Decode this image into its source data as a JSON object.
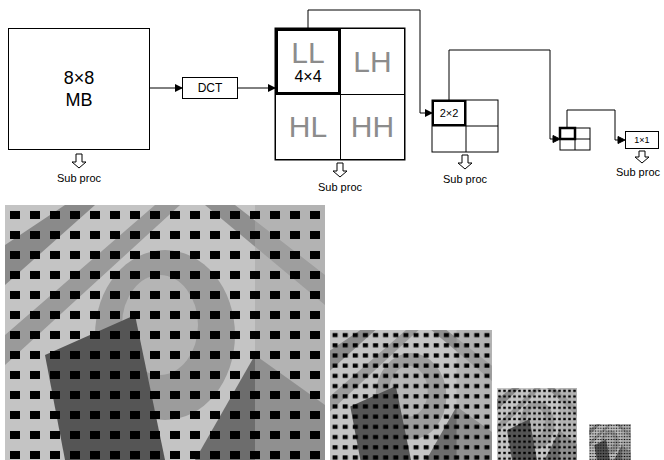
{
  "diagram": {
    "nodes": [
      {
        "text": [
          "8×8 MB"
        ]
      },
      {
        "text": [
          "DCT"
        ]
      },
      {
        "text": [
          "LL",
          "4×4"
        ]
      },
      {
        "text": [
          "LH"
        ]
      },
      {
        "text": [
          "HL"
        ]
      },
      {
        "text": [
          "HH"
        ]
      },
      {
        "text": [
          "2×2"
        ]
      },
      {
        "text": [
          "1×1"
        ]
      }
    ],
    "edges": [
      {
        "from": 0,
        "to": 1,
        "arrow": "to"
      },
      {
        "from": 1,
        "to": 2,
        "arrow": "to"
      },
      {
        "from": 2,
        "to": 6,
        "arrow": "to"
      }
    ],
    "labels": [
      "Sub proc",
      "Sub proc",
      "Sub proc",
      "Sub proc"
    ]
  }
}
